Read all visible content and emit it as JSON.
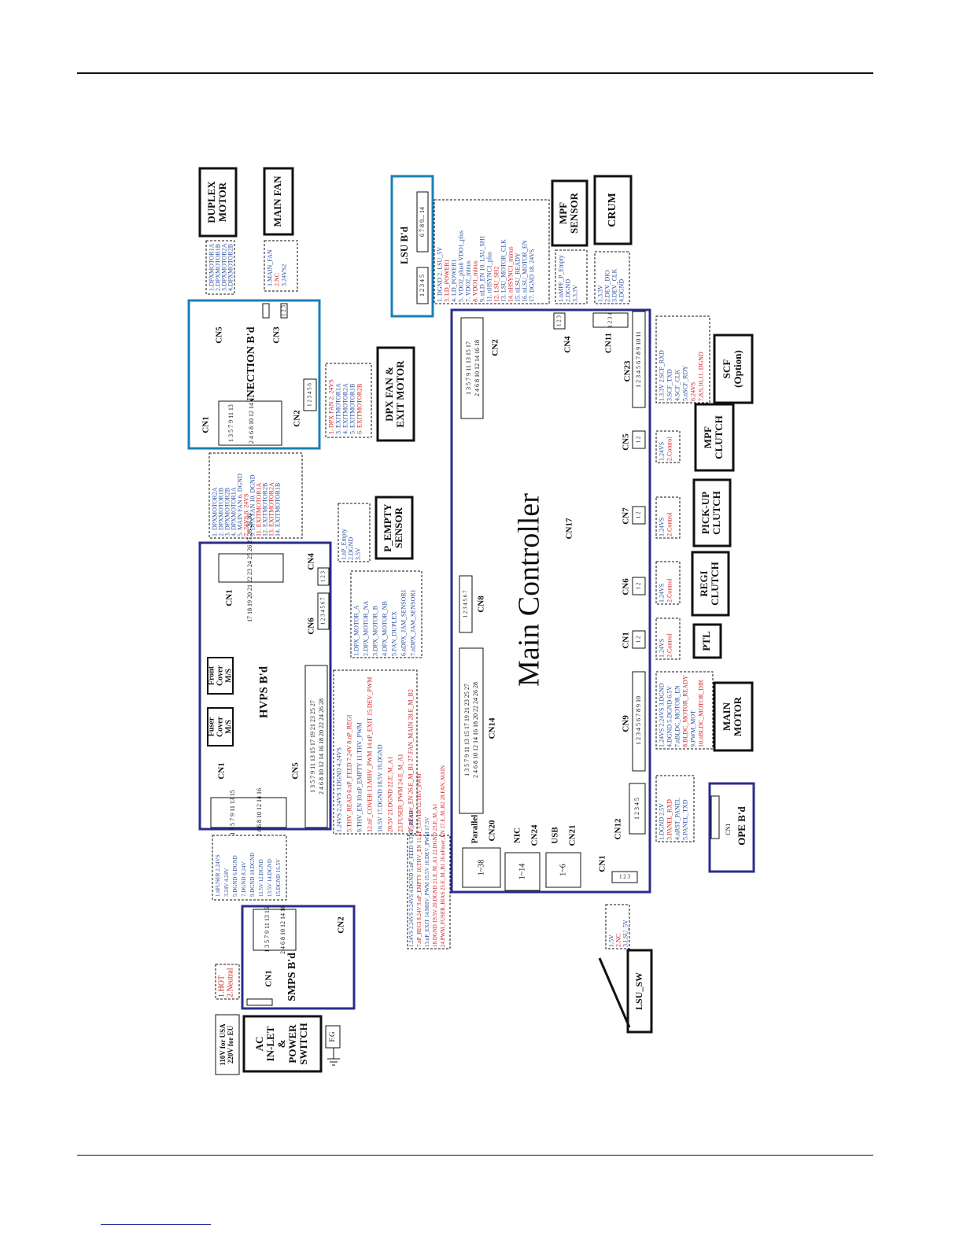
{
  "colors": {
    "navy": "#2b2d8c",
    "cyan": "#1a7fb8",
    "blue_text": "#2a4fa0",
    "red_text": "#d02020",
    "black": "#111111"
  },
  "boards": {
    "duplex_motor": "DUPLEX\nMOTOR",
    "main_fan": "MAIN FAN",
    "lsu_bd": "LSU B'd",
    "mpf_sensor": "MPF\nSENSOR",
    "crum": "CRUM",
    "connection_bd": "CONNECTION B'd",
    "dpx_fan_exit_motor": "DPX FAN &\nEXIT MOTOR",
    "scf_option": "SCF\n(Option)",
    "mpf_clutch": "MPF\nCLUTCH",
    "pickup_clutch": "PICK-UP\nCLUTCH",
    "regi_clutch": "REGI\nCLUTCH",
    "ptl": "PTL",
    "main_motor": "MAIN\nMOTOR",
    "ope_bd": "OPE B'd",
    "lsu_sw": "LSU_SW",
    "p_empty_sensor": "P_EMPTY\nSENSOR",
    "hvps_bd": "HVPS B'd",
    "fuser_cover": "Fuser\nCover\nM/S",
    "front_cover": "Front\nCover\nM/S",
    "smps_bd": "SMPS B'd",
    "ac_inlet": "AC\nIN-LET\n&\nPOWER\nSWITCH",
    "voltage_note": "110V  for  USA\n220V  for  EU",
    "fg": "F.G",
    "main_controller": "Main Controller"
  },
  "connectors": {
    "cn1": "CN1",
    "cn2": "CN2",
    "cn3": "CN3",
    "cn4": "CN4",
    "cn5": "CN5",
    "cn6": "CN6",
    "cn7": "CN7",
    "cn8": "CN8",
    "cn9": "CN9",
    "cn11": "CN11",
    "cn12": "CN12",
    "cn14": "CN14",
    "cn17": "CN17",
    "cn20": "CN20",
    "cn21": "CN21",
    "cn23": "CN23",
    "cn24": "CN24",
    "parallel": "Parallel",
    "nic": "NIC",
    "usb": "USB",
    "range_parallel": "1~38",
    "range_nic": "1~14",
    "range_usb": "1~6"
  },
  "pin_rows": {
    "lsu_a": "1 2 3 4 5",
    "lsu_b": "6 7 8 9... 14",
    "conn_cn5": "1  2  3",
    "conn_cn3": "1  2  3",
    "conn_cn1_odd": "1  3  5  7  9  11  13",
    "conn_cn1_even": "2  4  6  8  10  12  14",
    "conn_cn2": "1 2 3 4 5 6",
    "mc_cn2_odd": "1 3 5 7 9 11 13 15 17",
    "mc_cn2_even": "2 4 6 8 10 12 14 16 18",
    "mc_cn4": "1  2  3",
    "mc_cn11": "1  2  3  4",
    "mc_cn23": "1 2 3 4 5 6 7 8 9 10 11",
    "two_pin": "1  2",
    "mc_cn8": "1 2 3 4 5 6 7",
    "mc_cn14_odd": "1 3 5 7 9 11 13 15 17 19 21 23 25 27",
    "mc_cn14_even": "2 4 6 8 10 12 14 16 18 20 22 24 26 28",
    "mc_cn9": "1 2 3 4 5 6 7 8 9 10",
    "mc_cn12": "1 2 3 4 5",
    "mc_cn1": "1  2  3",
    "hvps_cn1a": "17 18  19 20  21 22  23 24  25 26  27 28  29 30",
    "hvps_cn4": "1 2 3",
    "hvps_cn6": "1 2 3 4 5 6 7",
    "hvps_cn5_odd": "1 3 5 7 9 11 13 15 17 19 21 23 25 27",
    "hvps_cn5_even": "2 4 6 8 10 12 14 16 18 20 22 24 26 28",
    "hvps_cn1b_odd": "1  3  5  7  9  11  13  15",
    "hvps_cn1b_even": "2  4  6  8  10  12  14  16",
    "smps_cn1_odd": "1  3  5  7  9  11  13  15",
    "smps_cn1_even": "2  4  6  8  10  12  14  16"
  },
  "signals": {
    "duplex_motor": [
      "1.DPXMOTOR1A",
      "2.DPXMOTOR1B",
      "3.DPXMOTOR2A",
      "4.DPXMOTOR2B"
    ],
    "main_fan": [
      "1.MAIN_FAN",
      "2.NC",
      "3.24VS2"
    ],
    "lsu": [
      "1. DGND      2. LSU_5V",
      "3. LD_POWER1",
      "4. LD_POWER1",
      "5. VDO2_plus6  VDO1_plus",
      "7. VDO2_minus",
      "8. VDO1_minus",
      "9. nLD_EN   10. LSU_SH1",
      "11. nHSYNC1_plus",
      "12. LSU_SH2",
      "13. LSU_MOTOR_CLK",
      "14. nHSYNC1_minus",
      "15. nLSU_READY",
      "16. nLSU_MOTOR_EN",
      "17. DGND      18. 24VS"
    ],
    "mpf_sensor": [
      "1.nMPF_P_Empty",
      "2.DGND",
      "3.3.3V"
    ],
    "crum": [
      "1.3.3V",
      "2.DEV_DIO",
      "3.DEV_CLK",
      "4.DGND"
    ],
    "dpx_fan_exit": [
      "1. DPX FAN 2. 24VS",
      "3. EXITMOTOR1A",
      "4. EXITMOTOR2A",
      "5. EXITMOTOR1B",
      "6. EXITMOTOR2B"
    ],
    "scf": [
      "1.3.3V         2.SCF_RXD",
      "3.SCF_TXD",
      "4.SCF_CLK",
      "5.nSCF_RDY",
      "6.24VS",
      "7,8,9,10,11. DGND"
    ],
    "clutch": [
      "1.24VS",
      "2.Control"
    ],
    "main_motor": [
      "1.24VS   2.24VS  3.DGND",
      "4.DGND  5.DGND  6.5V",
      "7.nBLDC_MOTOR_EN",
      "8.BLDC_MOTOR_READY",
      "9.PWM_MOT",
      "10.nBLDC_MOTOR_DIR"
    ],
    "ope": [
      "1.DGND       2.5V",
      "3.PANEL_RXD",
      "4.nRST_PANEL",
      "5.PANEL_TXD"
    ],
    "lsu_sw": [
      "1.5V",
      "2.NC",
      "3.LSU_5V"
    ],
    "conn_to_hvps": [
      "1. DPXMOTOR2A",
      "2. DPXMOTOR1B",
      "3. DPXMOTOR2B",
      "4. DPXMOTOR1A",
      "5. MAIN FAN   6. DGND",
      "7. 24VS         8. 24VS",
      "9. DPX FAN     10. DGND",
      "11. EXITMOTOR1A",
      "12. EXITMOTOR2B",
      "13. EXITMOTOR2A",
      "14. EXITMOTOR1B"
    ],
    "p_empty": [
      "1.nP_Empty",
      "2.DGND",
      "3.5V"
    ],
    "cn8_hvps": [
      "1.DPX_MOTOR_A",
      "2.DPX_MOTOR_NA",
      "3.DPX_MOTOR_B",
      "4.DPX_MOTOR_NB",
      "5.FAN_DUPLEX",
      "6.nDPX_JAM_SENSOR1",
      "7.nDPX_JAM_SENSOR1"
    ],
    "hvps_cn5": [
      "1.24VS        2.24VS       3.DGND       4.24VS",
      "5.THV_READ   6.nP_FEED   7.24V        8.nP_REGI",
      "9.THV_EN     10.nP_EMPTY  11.THV_PWM",
      "12.nF_COVER  13.MHV_PWM  14.nP_EXIT  15.DEV_PWM",
      "16.5V          17.DGND     18.5V        19.DGND",
      "20.5V          21.DGND     22.E_M_A1",
      "23.FUSER_PWM 24.E_M_A1",
      "25.nFuser_EN  26.E_M_B1  27.FAN_MAIN 28.E_M_B2"
    ],
    "cn14": [
      "1.24VS     2.24VS     3.24VS     4.DGND     5.nP_FEED    6.THV_READ",
      "7.nP_REGI  8.24V      9.nP_EMPTY 10.THV_EN  11.nP_COVER 12.THV_PWM",
      "13.nP_EXIT 14.MHV_PWM 15.5V     16.DEV_PWM 17.5V",
      "18.DGND    19.5V      20.DGND    21.E_M_A1  22.DGND    23.E_M_A1",
      "24.PWM_FUSER_BIAS 25.E_M_B1 26.nFuser_EN 27.E_M_B2 28.FAN_MAIN"
    ],
    "smps_cn2": [
      "1.nFUSER    2.24VS",
      "3.24V       4.24V",
      "5.DGND     6.DGND",
      "7.DGND     8.24V",
      "9.DGND     10.DGND",
      "11.5V        12.DGND",
      "13.5V        14.DGND",
      "15.DGND    16.5V"
    ],
    "ac": [
      "1.HOT",
      "2.Neutral"
    ]
  }
}
